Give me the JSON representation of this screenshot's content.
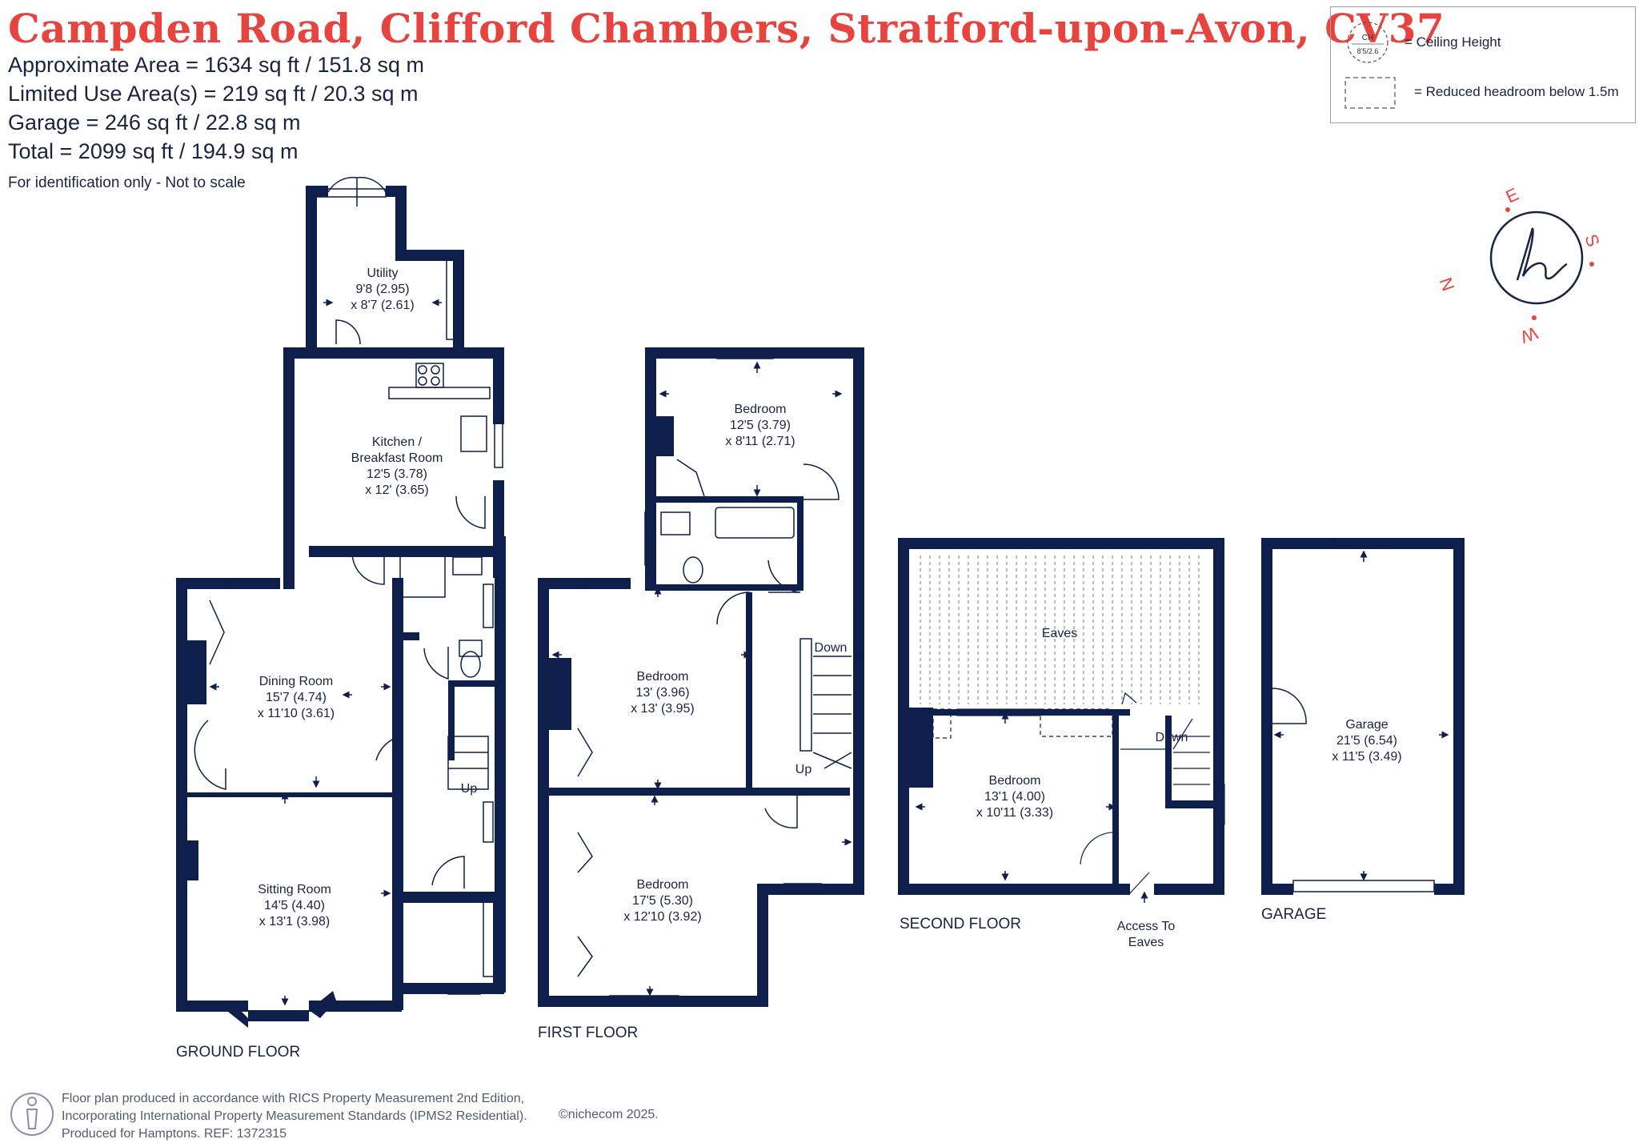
{
  "header": {
    "title": "Campden Road, Clifford Chambers, Stratford-upon-Avon, CV37",
    "approx_area": "Approximate Area = 1634 sq ft / 151.8 sq m",
    "limited_use": "Limited Use Area(s) = 219 sq ft / 20.3 sq m",
    "garage_area": "Garage = 246 sq ft / 22.8 sq m",
    "total_area": "Total = 2099 sq ft / 194.9 sq m",
    "disclaimer": "For identification only - Not to scale"
  },
  "legend": {
    "ch_symbol": "CH",
    "ch_sample": "8'5/2.6",
    "ceiling_height": "= Ceiling Height",
    "reduced_headroom": "= Reduced headroom below 1.5m"
  },
  "compass": {
    "n": "N",
    "e": "E",
    "s": "S",
    "w": "W",
    "logo": "h"
  },
  "floors": {
    "ground": "GROUND FLOOR",
    "first": "FIRST FLOOR",
    "second": "SECOND FLOOR",
    "garage": "GARAGE"
  },
  "rooms": {
    "utility": {
      "name": "Utility",
      "dim1": "9'8 (2.95)",
      "dim2": "x 8'7 (2.61)"
    },
    "kitchen": {
      "name": "Kitchen /",
      "name2": "Breakfast Room",
      "dim1": "12'5 (3.78)",
      "dim2": "x 12' (3.65)"
    },
    "dining": {
      "name": "Dining Room",
      "dim1": "15'7 (4.74)",
      "dim2": "x 11'10 (3.61)"
    },
    "sitting": {
      "name": "Sitting Room",
      "dim1": "14'5 (4.40)",
      "dim2": "x 13'1 (3.98)"
    },
    "bed_ff_rear": {
      "name": "Bedroom",
      "dim1": "12'5 (3.79)",
      "dim2": "x 8'11 (2.71)"
    },
    "bed_ff_mid": {
      "name": "Bedroom",
      "dim1": "13' (3.96)",
      "dim2": "x 13' (3.95)"
    },
    "bed_ff_front": {
      "name": "Bedroom",
      "dim1": "17'5 (5.30)",
      "dim2": "x 12'10 (3.92)"
    },
    "eaves": {
      "name": "Eaves"
    },
    "bed_sf": {
      "name": "Bedroom",
      "dim1": "13'1 (4.00)",
      "dim2": "x 10'11 (3.33)"
    },
    "garage": {
      "name": "Garage",
      "dim1": "21'5 (6.54)",
      "dim2": "x 11'5 (3.49)"
    }
  },
  "stairs": {
    "up_ground": "Up",
    "down_first": "Down",
    "up_first": "Up",
    "down_second": "Down",
    "access_eaves_1": "Access To",
    "access_eaves_2": "Eaves"
  },
  "footer": {
    "line1": "Floor plan produced in accordance with RICS Property Measurement 2nd Edition,",
    "line2": "Incorporating International Property Measurement Standards (IPMS2 Residential).",
    "line3": "Produced for Hamptons.   REF:  1372315",
    "copyright": "©nichecom 2025."
  },
  "colors": {
    "wall": "#0f1f4b",
    "title": "#e8443f",
    "text": "#1a2340"
  }
}
